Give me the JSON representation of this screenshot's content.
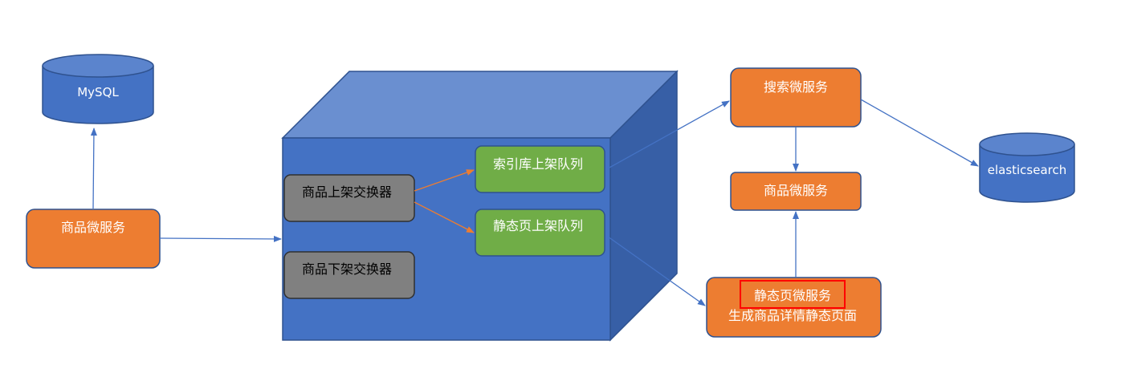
{
  "mysql": {
    "label": "MySQL"
  },
  "goods_service_left": {
    "label": "商品微服务"
  },
  "exchange_up": {
    "label": "商品上架交换器"
  },
  "exchange_down": {
    "label": "商品下架交换器"
  },
  "queue_index": {
    "label": "索引库上架队列"
  },
  "queue_static": {
    "label": "静态页上架队列"
  },
  "search_service": {
    "label": "搜索微服务"
  },
  "goods_service_right": {
    "label": "商品微服务"
  },
  "static_service": {
    "label": "静态页微服务",
    "subtitle": "生成商品详情静态页面"
  },
  "elasticsearch": {
    "label": "elasticsearch"
  },
  "colors": {
    "cube_front": "#4472c4",
    "cube_top": "#6a8fd0",
    "cube_side": "#375fa6",
    "orange": "#ed7d31",
    "green": "#70ad47",
    "gray": "#808080",
    "connector": "#4472c4",
    "accent_arrow": "#ed7d31",
    "highlight": "#ff0000"
  }
}
